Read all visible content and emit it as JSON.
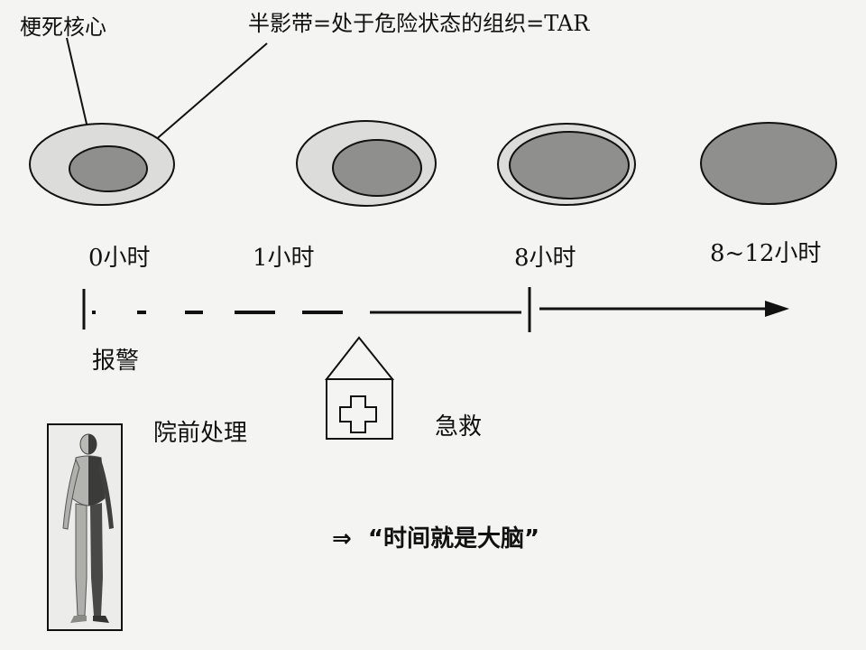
{
  "labels": {
    "infarct_core": "梗死核心",
    "penumbra": "半影带=处于危险状态的组织=TAR"
  },
  "timeline": {
    "times": [
      "0小时",
      "1小时",
      "8小时",
      "8~12小时"
    ],
    "alarm": "报警",
    "prehospital": "院前处理",
    "emergency": "急救"
  },
  "slogan": {
    "arrow": "⇒",
    "text": "“时间就是大脑”"
  },
  "colors": {
    "penumbra": "#dcdcda",
    "core": "#8f8f8d",
    "outline": "#111111"
  }
}
